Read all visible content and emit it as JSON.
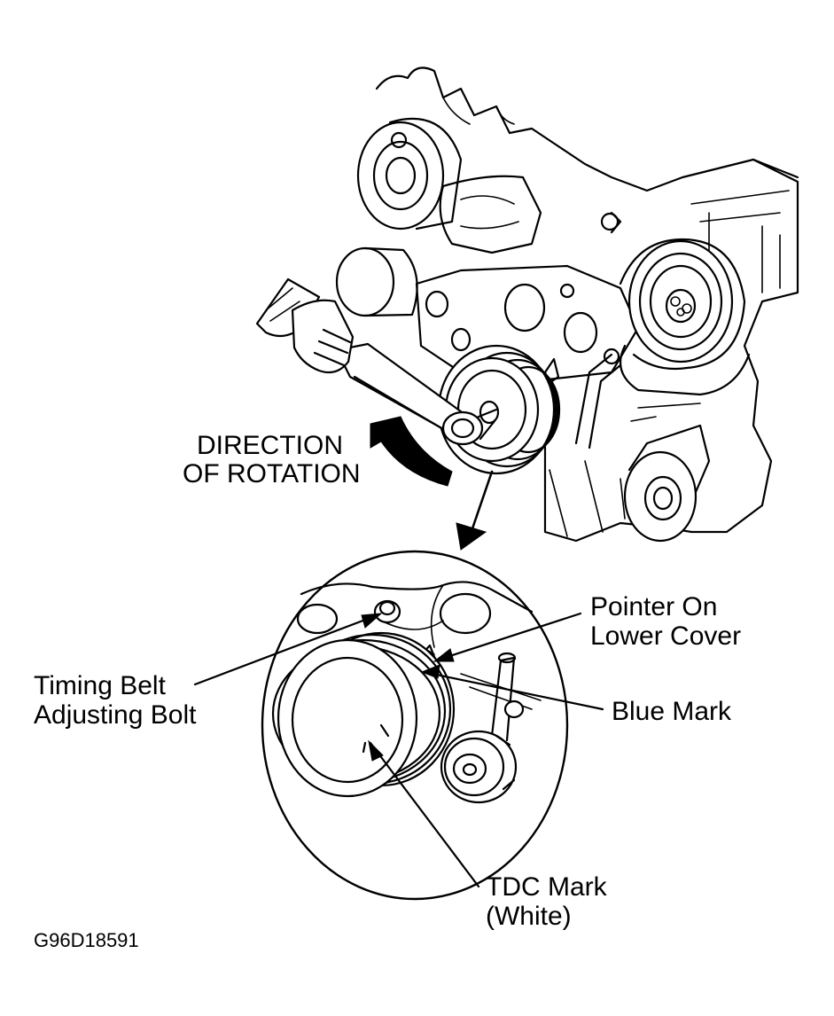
{
  "labels": {
    "direction_line1": "DIRECTION",
    "direction_line2": "OF ROTATION",
    "pointer_line1": "Pointer On",
    "pointer_line2": "Lower Cover",
    "bolt_line1": "Timing Belt",
    "bolt_line2": "Adjusting Bolt",
    "blue_mark": "Blue Mark",
    "tdc_line1": "TDC Mark",
    "tdc_line2": "(White)"
  },
  "figure_id": "G96D18591",
  "colors": {
    "ink": "#000000",
    "background": "#ffffff"
  }
}
